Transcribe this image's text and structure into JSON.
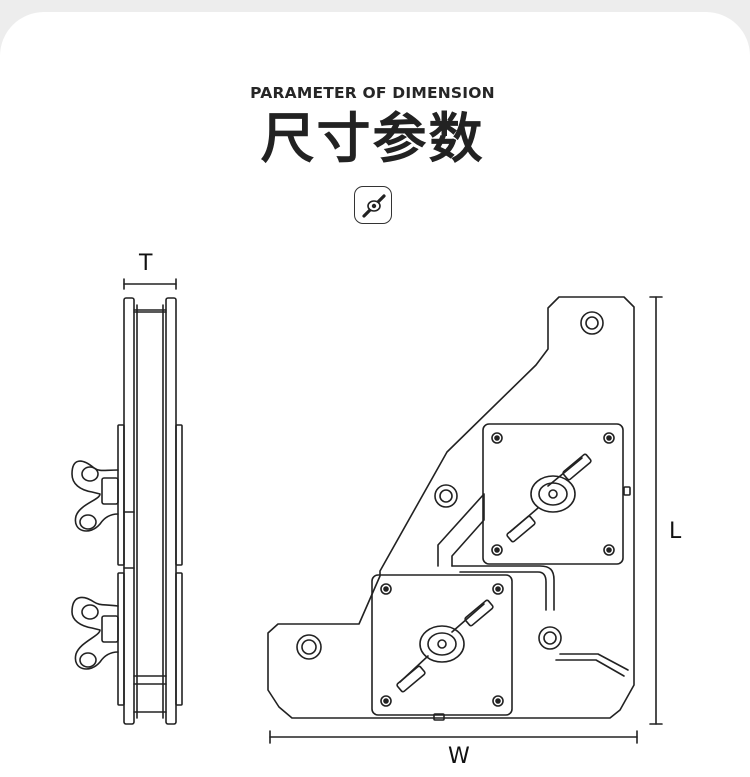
{
  "header": {
    "subtitle": "PARAMETER OF DIMENSION",
    "title": "尺寸参数",
    "badge_icon": "welding-magnet-icon"
  },
  "dimensions": {
    "thickness_label": "T",
    "length_label": "L",
    "width_label": "W"
  },
  "colors": {
    "background": "#ededed",
    "card": "#ffffff",
    "line": "#222222"
  }
}
